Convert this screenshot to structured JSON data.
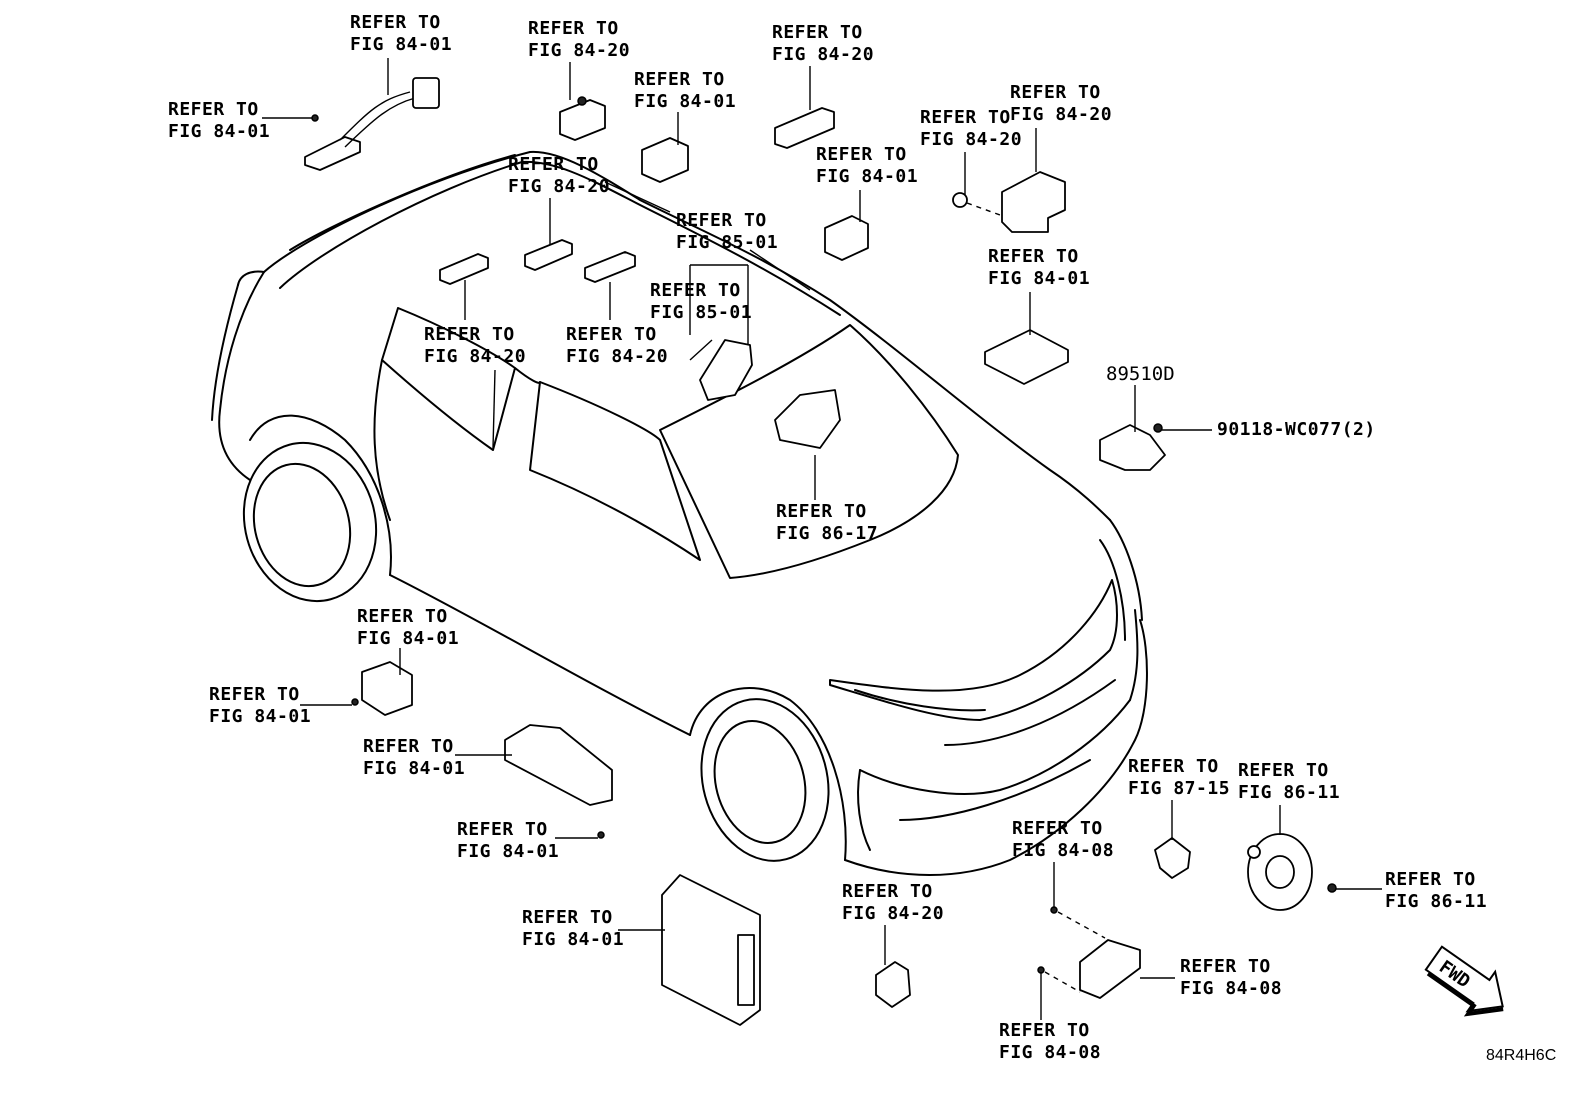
{
  "diagram": {
    "labels": {
      "l01": [
        "REFER TO",
        "FIG 84-01"
      ],
      "l02": [
        "REFER TO",
        "FIG 84-01"
      ],
      "l03": [
        "REFER TO",
        "FIG 84-20"
      ],
      "l04": [
        "REFER TO",
        "FIG 84-01"
      ],
      "l05": [
        "REFER TO",
        "FIG 84-20"
      ],
      "l06": [
        "REFER TO",
        "FIG 84-01"
      ],
      "l07": [
        "REFER TO",
        "FIG 84-20"
      ],
      "l08": [
        "REFER TO",
        "FIG 84-20"
      ],
      "l09": [
        "REFER TO",
        "FIG 84-20"
      ],
      "l10": [
        "REFER TO",
        "FIG 85-01"
      ],
      "l11": [
        "REFER TO",
        "FIG 84-01"
      ],
      "l12": [
        "REFER TO",
        "FIG 85-01"
      ],
      "l13": [
        "REFER TO",
        "FIG 84-20"
      ],
      "l14": [
        "REFER TO",
        "FIG 84-20"
      ],
      "l15": [
        "REFER TO",
        "FIG 86-17"
      ],
      "l16": [
        "REFER TO",
        "FIG 84-01"
      ],
      "l17": [
        "REFER TO",
        "FIG 84-01"
      ],
      "l18": [
        "REFER TO",
        "FIG 84-01"
      ],
      "l19": [
        "REFER TO",
        "FIG 84-01"
      ],
      "l20": [
        "REFER TO",
        "FIG 84-01"
      ],
      "l21": [
        "REFER TO",
        "FIG 84-20"
      ],
      "l22": [
        "REFER TO",
        "FIG 84-08"
      ],
      "l23": [
        "REFER TO",
        "FIG 84-08"
      ],
      "l24": [
        "REFER TO",
        "FIG 84-08"
      ],
      "l25": [
        "REFER TO",
        "FIG 87-15"
      ],
      "l26": [
        "REFER TO",
        "FIG 86-11"
      ],
      "l27": [
        "REFER TO",
        "FIG 86-11"
      ]
    },
    "part_number": "89510D",
    "fastener_number": "90118-WC077(2)",
    "fwd_label": "FWD",
    "diagram_code": "84R4H6C"
  }
}
